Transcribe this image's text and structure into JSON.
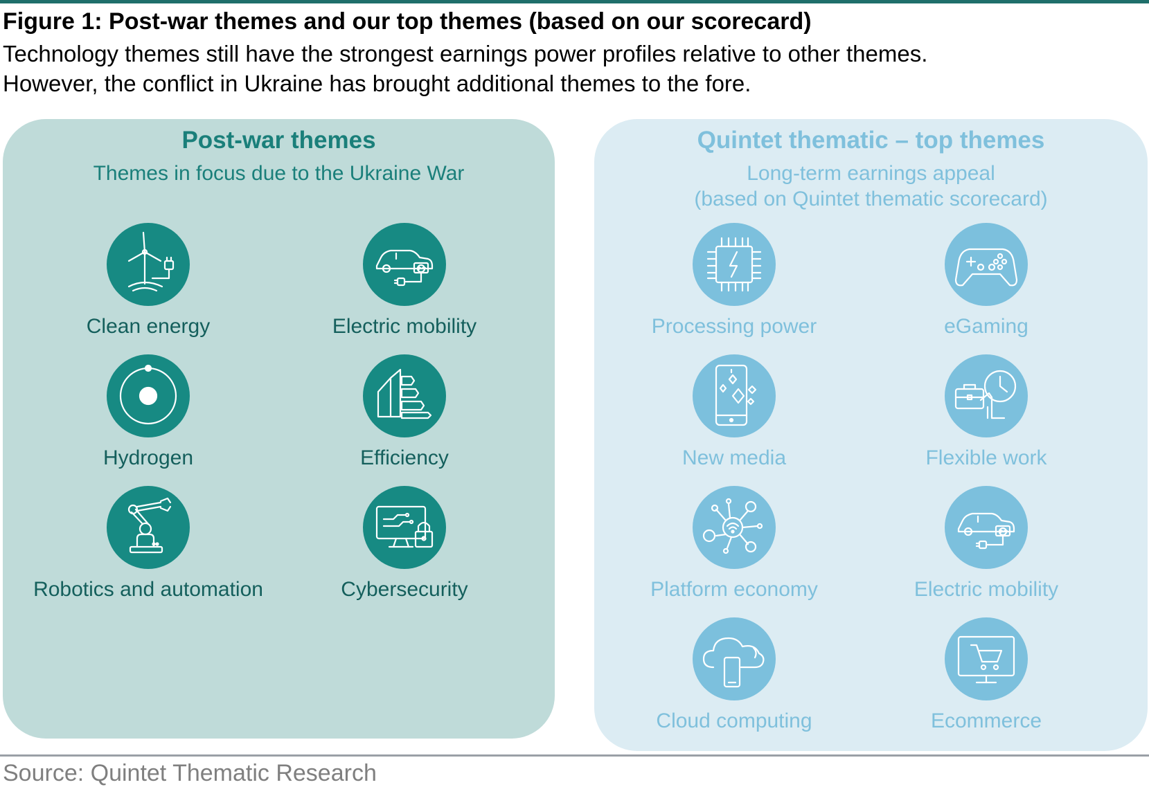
{
  "figure": {
    "title": "Figure 1: Post-war themes and our top themes (based on our scorecard)",
    "subtitle_line1": "Technology themes still have the strongest earnings power profiles relative to other themes.",
    "subtitle_line2": "However, the conflict in Ukraine has brought additional themes to the fore."
  },
  "left_panel": {
    "title": "Post-war themes",
    "subtitle": "Themes in focus due to the Ukraine War",
    "themes": [
      {
        "label": "Clean energy",
        "icon": "wind-turbine-plug-icon"
      },
      {
        "label": "Electric mobility",
        "icon": "electric-car-icon"
      },
      {
        "label": "Hydrogen",
        "icon": "hydrogen-atom-icon"
      },
      {
        "label": "Efficiency",
        "icon": "energy-efficiency-house-icon"
      },
      {
        "label": "Robotics and automation",
        "icon": "robotic-arm-icon"
      },
      {
        "label": "Cybersecurity",
        "icon": "monitor-lock-icon"
      }
    ]
  },
  "right_panel": {
    "title": "Quintet thematic – top themes",
    "subtitle_line1": "Long-term earnings appeal",
    "subtitle_line2": "(based on Quintet thematic scorecard)",
    "themes": [
      {
        "label": "Processing power",
        "icon": "processor-chip-icon"
      },
      {
        "label": "eGaming",
        "icon": "game-controller-icon"
      },
      {
        "label": "New media",
        "icon": "smartphone-media-icon"
      },
      {
        "label": "Flexible work",
        "icon": "briefcase-clock-icon"
      },
      {
        "label": "Platform economy",
        "icon": "network-hub-icon"
      },
      {
        "label": "Electric mobility",
        "icon": "electric-car-icon"
      },
      {
        "label": "Cloud computing",
        "icon": "cloud-phone-icon"
      },
      {
        "label": "Ecommerce",
        "icon": "shopping-cart-screen-icon"
      }
    ]
  },
  "source": "Source: Quintet Thematic Research",
  "colors": {
    "left_panel_bg": "#bfdbd9",
    "left_accent": "#178a83",
    "right_panel_bg": "#dcecf3",
    "right_accent": "#7cc0dd"
  }
}
